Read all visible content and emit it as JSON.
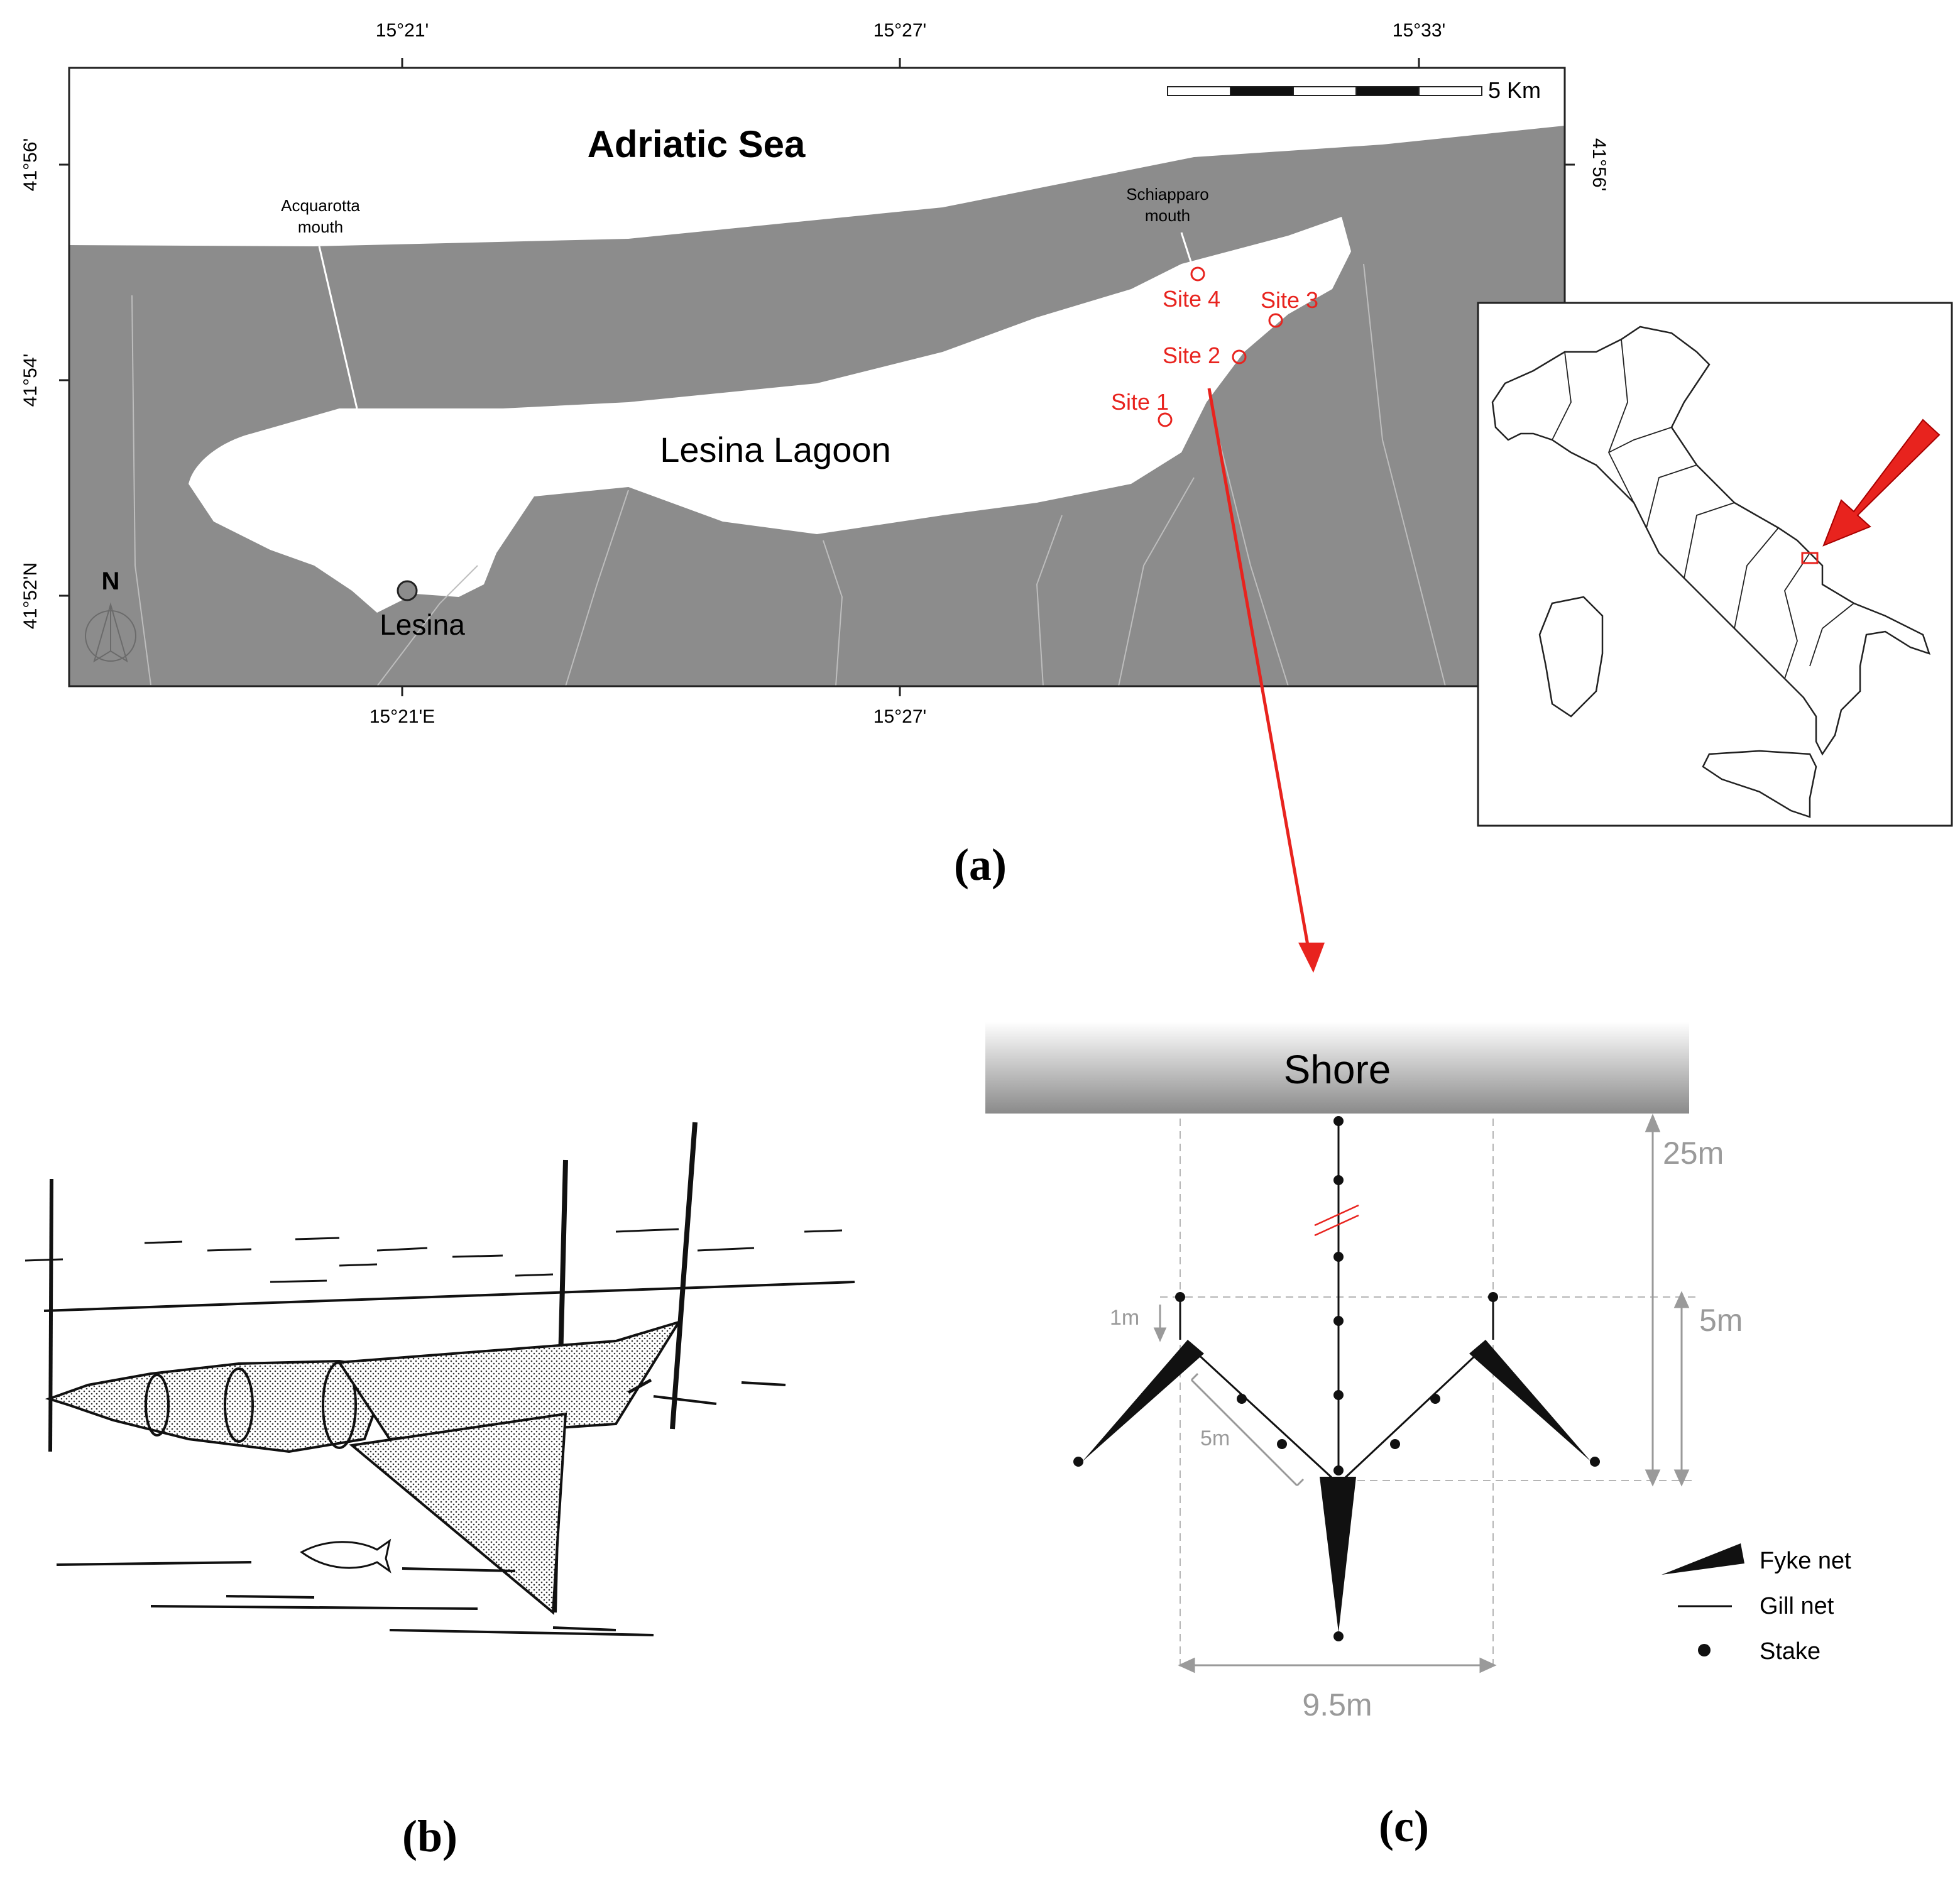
{
  "map": {
    "sea_label": "Adriatic Sea",
    "lagoon_label": "Lesina Lagoon",
    "town_label": "Lesina",
    "acquarotta": [
      "Acquarotta",
      "mouth"
    ],
    "schiapparo": [
      "Schiapparo",
      "mouth"
    ],
    "sites": [
      "Site 1",
      "Site 2",
      "Site 3",
      "Site 4"
    ],
    "top_ticks": [
      "15°21'",
      "15°27'",
      "15°33'"
    ],
    "bottom_ticks": [
      "15°21'E",
      "15°27'"
    ],
    "left_ticks": [
      "41°56'",
      "41°54'",
      "41°52'N"
    ],
    "right_ticks": [
      "41°56'"
    ],
    "scale_label": "5 Km",
    "north_label": "N",
    "colors": {
      "land": "#8c8c8c",
      "water": "#ffffff",
      "site": "#e8231e",
      "arrow": "#e8231e"
    }
  },
  "panel_labels": {
    "a": "(a)",
    "b": "(b)",
    "c": "(c)"
  },
  "diagram": {
    "shore_label": "Shore",
    "dimensions": {
      "top": "25m",
      "upper": "5m",
      "arm": "1m",
      "diag": "5m",
      "width": "9.5m"
    },
    "legend": [
      {
        "icon": "fyke-net-icon",
        "label": "Fyke net"
      },
      {
        "icon": "gill-net-line",
        "label": "Gill net"
      },
      {
        "icon": "stake-dot",
        "label": "Stake"
      }
    ]
  },
  "inset": {
    "caption_icon": "italy-locator-map",
    "arrow": "red-pointer-arrow"
  }
}
